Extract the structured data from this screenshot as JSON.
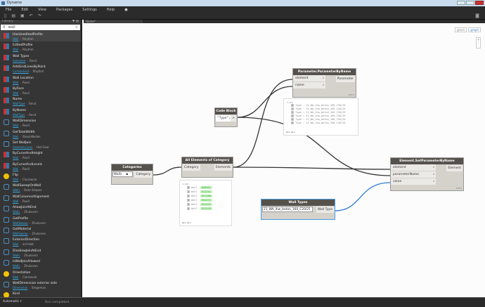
{
  "window": {
    "title": "Dynamo"
  },
  "menu": [
    "File",
    "Edit",
    "View",
    "Packages",
    "Settings",
    "Help"
  ],
  "library": {
    "title": "Library",
    "search_value": "wall",
    "items": [
      {
        "name": "HasUneditedProfile",
        "cat": "Wall",
        "pkg": "Rhythm",
        "icon": "red"
      },
      {
        "name": "EditedProfile",
        "cat": "Wall",
        "pkg": "Rhythm",
        "icon": "red"
      },
      {
        "name": "Wall Types",
        "cat": "Selection",
        "pkg": "Revit",
        "icon": "red"
      },
      {
        "name": "AddGridLinesByPoint",
        "cat": "CurtainGrid",
        "pkg": "Rhythm",
        "icon": "red"
      },
      {
        "name": "Wall Location",
        "cat": "Wall",
        "pkg": "Revit",
        "icon": "red"
      },
      {
        "name": "ByFace",
        "cat": "Wall",
        "pkg": "Revit",
        "icon": "red"
      },
      {
        "name": "Name",
        "cat": "WallType",
        "pkg": "Revit",
        "icon": "red"
      },
      {
        "name": "ByName",
        "cat": "WallType",
        "pkg": "Revit",
        "icon": "red"
      },
      {
        "name": "WallDimension",
        "cat": "Wall",
        "pkg": "Revit",
        "icon": "blue"
      },
      {
        "name": "GetTotalWidth",
        "cat": "Wall",
        "pkg": "SteamNodes",
        "icon": "blue"
      },
      {
        "name": "Set WallJoin",
        "cat": "Geometry Join",
        "pkg": "Hot Gear",
        "icon": "blue"
      },
      {
        "name": "ByCurveAndHeight",
        "cat": "Wall",
        "pkg": "Revit",
        "icon": "red"
      },
      {
        "name": "ByCurveAndLevels",
        "cat": "Wall",
        "pkg": "Revit",
        "icon": "red"
      },
      {
        "name": "Flip",
        "cat": "Wall",
        "pkg": "Clockwork",
        "icon": "gear"
      },
      {
        "name": "WallSweepOnWall",
        "cat": "Walls",
        "pkg": "Data Shapes",
        "icon": "blue"
      },
      {
        "name": "WallColumnsAlignment",
        "cat": "Wall",
        "pkg": "Revit",
        "icon": "blue"
      },
      {
        "name": "AllowJoinAtEnd",
        "cat": "Walls",
        "pkg": "Zhukoven",
        "icon": "blue"
      },
      {
        "name": "GetProfile",
        "cat": "WallSweep",
        "pkg": "Zhukoven",
        "icon": "blue"
      },
      {
        "name": "GetMaterial",
        "cat": "WallSweep",
        "pkg": "Zhukoven",
        "icon": "blue"
      },
      {
        "name": "ExteriorDirection",
        "cat": "Wall",
        "pkg": "archilab",
        "icon": "blue"
      },
      {
        "name": "DisallowJoinAtEnd",
        "cat": "Walls",
        "pkg": "Zhukoven",
        "icon": "blue"
      },
      {
        "name": "IsWallJoinAllowed",
        "cat": "Walls",
        "pkg": "Zhukoven",
        "icon": "blue"
      },
      {
        "name": "Orientation",
        "cat": "Wall",
        "pkg": "Clockwork",
        "icon": "gear"
      },
      {
        "name": "WallDimension exterior side",
        "cat": "Dimension",
        "pkg": "Stegeman",
        "icon": "blue"
      },
      {
        "name": "Kind",
        "cat": "",
        "pkg": "",
        "icon": "gear"
      }
    ]
  },
  "tab": {
    "label": "Home*"
  },
  "zoom_controls": {
    "geom": "geom",
    "graph": "graph",
    "plus": "+",
    "minus": "-"
  },
  "nodes": {
    "categories": {
      "title": "Categories",
      "value": "Walls",
      "output": "Category"
    },
    "all_elements": {
      "title": "All Elements of Category",
      "input": "Category",
      "output": "Elements",
      "watch": {
        "header": "List",
        "rows": [
          {
            "i": "0",
            "t": "Wall",
            "id": "850561"
          },
          {
            "i": "1",
            "t": "Wall",
            "id": "921151"
          },
          {
            "i": "2",
            "t": "Wall",
            "id": "921180"
          },
          {
            "i": "3",
            "t": "Wall",
            "id": "921271"
          },
          {
            "i": "4",
            "t": "Wall",
            "id": "921292"
          },
          {
            "i": "5",
            "t": "Wall",
            "id": "921376"
          }
        ],
        "footer": "@L2 @L1"
      }
    },
    "code_block": {
      "title": "Code Block",
      "code": "\"Type\";",
      "output": ">"
    },
    "param_by_name": {
      "title": "Parameter.ParameterByName",
      "inputs": [
        "element",
        "name"
      ],
      "output": "Parameter",
      "lacing": "AUTO",
      "watch": {
        "header": "List",
        "rows": [
          {
            "i": "0",
            "v": "Type : 21_WA_ihw_beton_160_C20/25"
          },
          {
            "i": "1",
            "v": "Type : 21_WA_ihw_beton_160_C20/25"
          },
          {
            "i": "2",
            "v": "Type : 21_WA_ihw_beton_160_C20/25"
          },
          {
            "i": "3",
            "v": "Type : 21_WA_ihw_beton_160_C20/25"
          },
          {
            "i": "4",
            "v": "Type : 21_WA_ihw_beton_160_C20/25"
          },
          {
            "i": "5",
            "v": "Type : 21_WA_ihw_beton_160_C20/25"
          }
        ],
        "footer": "@L2 @L1"
      }
    },
    "set_param": {
      "title": "Element.SetParameterByName",
      "inputs": [
        "element",
        "parameterName",
        "value"
      ],
      "output": "Element",
      "lacing": "AUTO"
    },
    "wall_types": {
      "title": "Wall Types",
      "value": "21_WA_ihw_beton_160_C20/25",
      "output": "Wall Type"
    }
  },
  "bottom": {
    "run_mode": "Automatic",
    "status": "Run completed."
  }
}
